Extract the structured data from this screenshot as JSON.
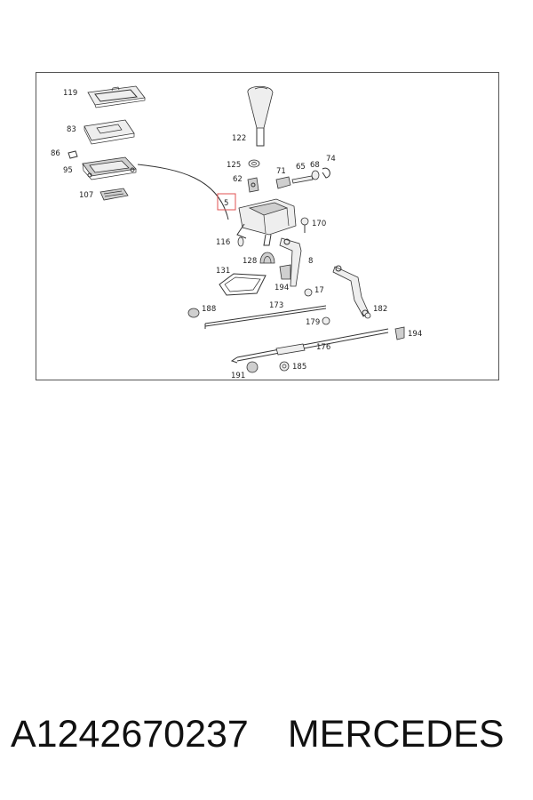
{
  "diagram": {
    "callouts": [
      "119",
      "83",
      "86",
      "95",
      "107",
      "122",
      "125",
      "62",
      "71",
      "65",
      "68",
      "74",
      "5",
      "170",
      "116",
      "128",
      "131",
      "8",
      "194",
      "17",
      "188",
      "173",
      "179",
      "182",
      "194",
      "176",
      "191",
      "185"
    ],
    "highlighted_callout": "5",
    "colors": {
      "highlight": "#e05050",
      "line": "#333333"
    }
  },
  "caption": {
    "part_number": "A1242670237",
    "brand": "MERCEDES"
  }
}
